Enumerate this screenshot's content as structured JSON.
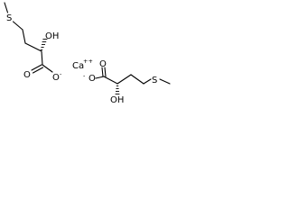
{
  "molecule": {
    "anion_left": {
      "sulfur": "S",
      "hydroxyl": "OH",
      "carbonyl_oxygen": "O",
      "carboxylate_oxygen": "O",
      "negative_charge": "-"
    },
    "cation": {
      "symbol": "Ca",
      "charge": "++"
    },
    "anion_right": {
      "sulfur": "S",
      "hydroxyl": "OH",
      "carbonyl_oxygen": "O",
      "carboxylate_oxygen": "O",
      "negative_charge": "-"
    }
  },
  "colors": {
    "bond": "#000000",
    "text": "#000000",
    "background": "#ffffff"
  }
}
